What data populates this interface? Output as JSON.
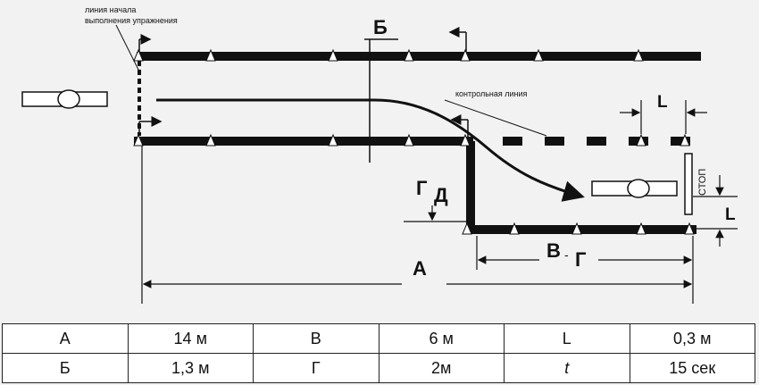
{
  "labels": {
    "start_line_1": "линия начала",
    "start_line_2": "выполнения упражнения",
    "control_line": "контрольная линия",
    "B_top": "Б",
    "L_top": "L",
    "stop": "СТОП",
    "GD": "Г",
    "GD2": "Д",
    "L_right": "L",
    "VG": "В",
    "VG2": "Г",
    "A": "А"
  },
  "table": {
    "rows": [
      [
        {
          "key": "А",
          "value": "14 м"
        },
        {
          "key": "В",
          "value": "6 м"
        },
        {
          "key": "L",
          "value": "0,3 м"
        }
      ],
      [
        {
          "key": "Б",
          "value": "1,3 м"
        },
        {
          "key": "Г",
          "value": "2м"
        },
        {
          "key": "t",
          "value": "15 сек"
        }
      ]
    ]
  }
}
